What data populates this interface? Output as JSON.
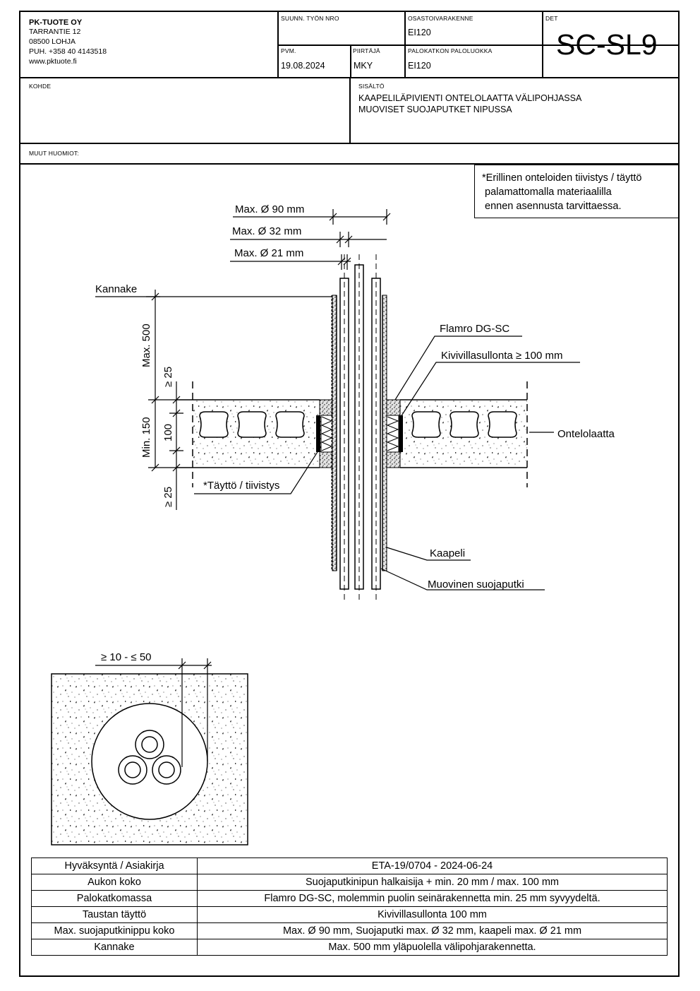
{
  "company": {
    "name": "PK-TUOTE OY",
    "street": "TARRANTIE 12",
    "city": "08500 LOHJA",
    "phone": "PUH. +358 40 4143518",
    "web": "www.pktuote.fi"
  },
  "header": {
    "suunn_label": "SUUNN. TYÖN NRO",
    "suunn_value": "",
    "osasto_label": "OSASTOIVARAKENNE",
    "osasto_value": "EI120",
    "det_label": "DET",
    "det_value": "SC-SL9",
    "pvm_label": "PVM.",
    "pvm_value": "19.08.2024",
    "piirtaja_label": "PIIRTÄJÄ",
    "piirtaja_value": "MKY",
    "palo_label": "PALOKATKON PALOLUOKKA",
    "palo_value": "EI120",
    "kohde_label": "KOHDE",
    "kohde_value": "",
    "sisalto_label": "SISÄLTÖ",
    "sisalto_line1": "KAAPELILÄPIVIENTI ONTELOLAATTA VÄLIPOHJASSA",
    "sisalto_line2": "MUOVISET SUOJAPUTKET NIPUSSA",
    "muut_label": "MUUT HUOMIOT:"
  },
  "note": "*Erillinen onteloiden tiivistys / täyttö\n palamattomalla materiaalilla\n ennen asennusta tarvittaessa.",
  "drawing": {
    "dim_90": "Max. Ø 90 mm",
    "dim_32": "Max. Ø 32 mm",
    "dim_21": "Max. Ø 21 mm",
    "kannake": "Kannake",
    "max500": "Max. 500",
    "ge25_top": "≥ 25",
    "min150": "Min. 150",
    "d100": "100",
    "ge25_bottom": "≥ 25",
    "flamro": "Flamro DG-SC",
    "kivivilla": "Kivivillasullonta ≥ 100 mm",
    "ontelolaatta": "Ontelolaatta",
    "tayttö": "*Täyttö / tiivistys",
    "kaapeli": "Kaapeli",
    "suojaputki": "Muovinen suojaputki",
    "gap": "≥ 10 - ≤ 50"
  },
  "spec_table": [
    {
      "key": "Hyväksyntä / Asiakirja",
      "value": "ETA-19/0704 - 2024-06-24"
    },
    {
      "key": "Aukon koko",
      "value": "Suojaputkinipun halkaisija + min. 20 mm / max. 100 mm"
    },
    {
      "key": "Palokatkomassa",
      "value": "Flamro DG-SC, molemmin puolin seinärakennetta min. 25 mm syvyydeltä."
    },
    {
      "key": "Taustan täyttö",
      "value": "Kivivillasullonta 100 mm"
    },
    {
      "key": "Max. suojaputkinippu koko",
      "value": "Max. Ø 90 mm, Suojaputki max. Ø 32 mm, kaapeli max. Ø 21 mm"
    },
    {
      "key": "Kannake",
      "value": "Max. 500 mm yläpuolella välipohjarakennetta."
    }
  ]
}
